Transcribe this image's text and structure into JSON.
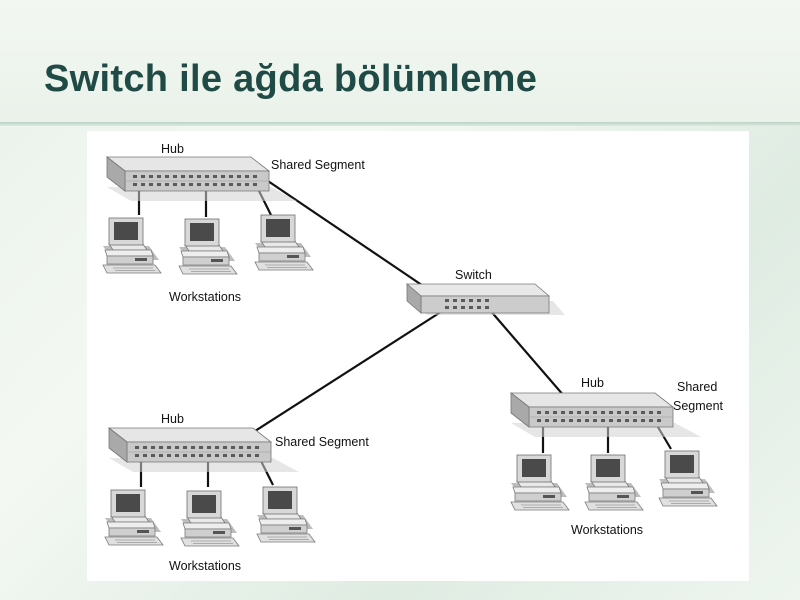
{
  "slide": {
    "title": "Switch ile ağda bölümleme"
  },
  "diagram": {
    "switch_label": "Switch",
    "hubs": [
      {
        "label": "Hub",
        "segment_lines": [
          "Shared Segment"
        ],
        "workstations_label": "Workstations"
      },
      {
        "label": "Hub",
        "segment_lines": [
          "Shared Segment"
        ],
        "workstations_label": "Workstations"
      },
      {
        "label": "Hub",
        "segment_lines": [
          "Shared",
          "Segment"
        ],
        "workstations_label": "Workstations"
      }
    ]
  },
  "colors": {
    "title": "#1f4a45",
    "device_top": "#e6e6e6",
    "device_front": "#c9c9c9",
    "cable": "#111111"
  }
}
